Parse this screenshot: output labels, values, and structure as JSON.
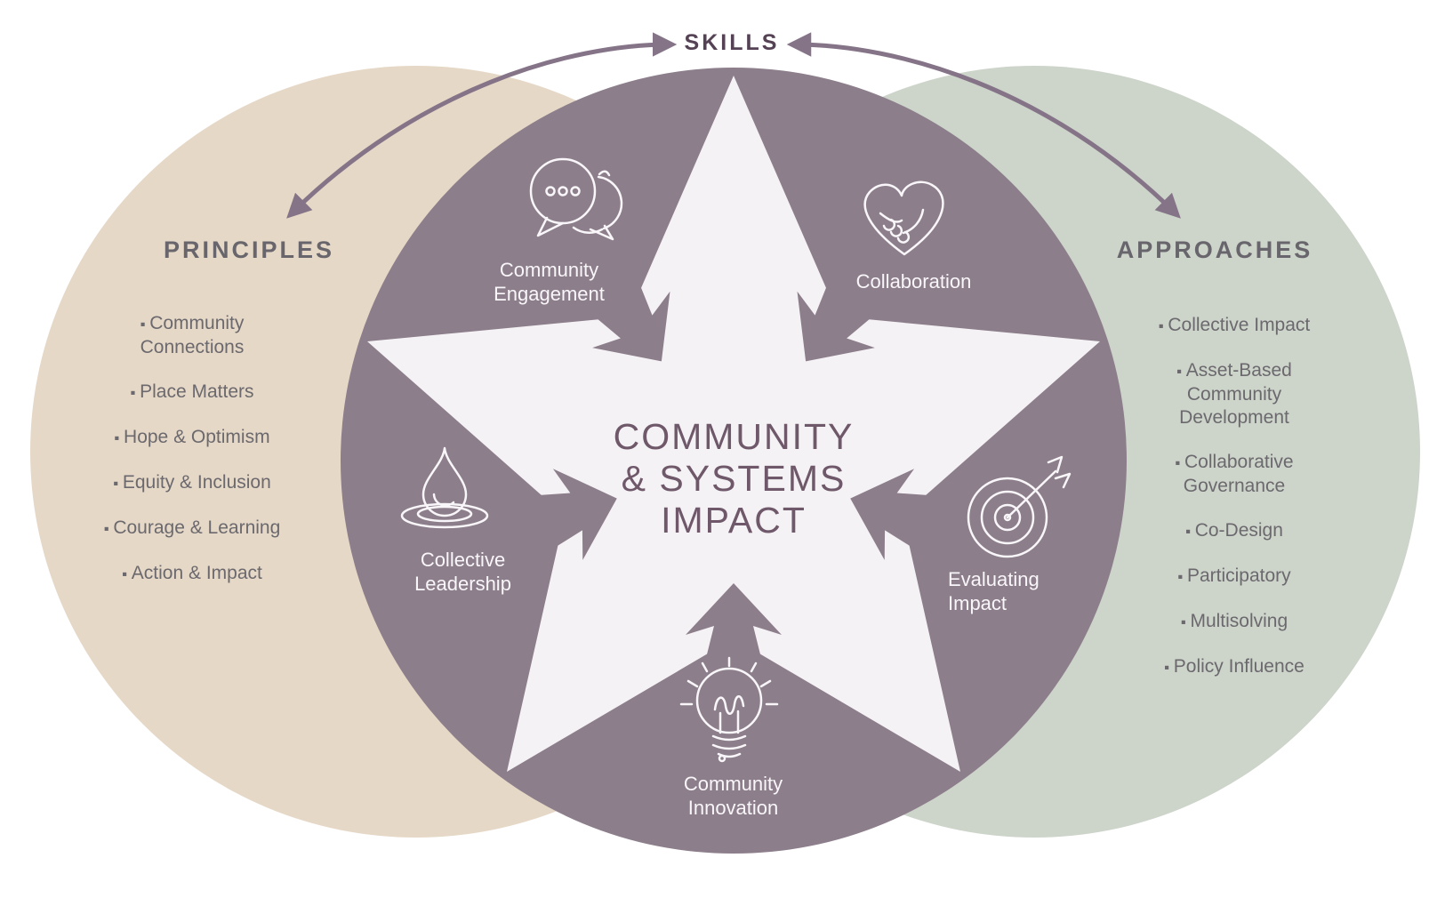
{
  "colors": {
    "principles_circle": "#e6d8c7",
    "skills_circle": "#8c7e8b",
    "approaches_circle": "#cdd4ca",
    "star": "#f4f2f4",
    "arrows": "#857488",
    "heading_text": "#68666c",
    "list_text": "#6b696e",
    "skills_text": "#554254",
    "center_text": "#6e5869",
    "label_text": "#f9f6f9"
  },
  "skills": {
    "label": "SKILLS"
  },
  "center": {
    "title": "COMMUNITY\n& SYSTEMS\nIMPACT"
  },
  "segments": [
    {
      "label": "Community\nEngagement",
      "icon": "speech-bubbles"
    },
    {
      "label": "Collaboration",
      "icon": "handshake-heart"
    },
    {
      "label": "Collective\nLeadership",
      "icon": "droplet-ripple"
    },
    {
      "label": "Evaluating\nImpact",
      "icon": "target-dart"
    },
    {
      "label": "Community\nInnovation",
      "icon": "lightbulb"
    }
  ],
  "principles": {
    "heading": "PRINCIPLES",
    "items": [
      "Community\nConnections",
      "Place Matters",
      "Hope & Optimism",
      "Equity & Inclusion",
      "Courage & Learning",
      "Action & Impact"
    ]
  },
  "approaches": {
    "heading": "APPROACHES",
    "items": [
      "Collective Impact",
      "Asset-Based\nCommunity\nDevelopment",
      "Collaborative\nGovernance",
      "Co-Design",
      "Participatory",
      "Multisolving",
      "Policy Influence"
    ]
  }
}
